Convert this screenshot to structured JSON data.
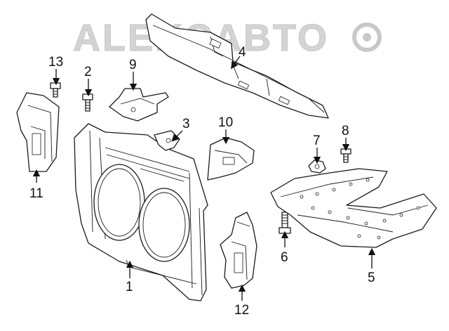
{
  "watermark": {
    "text": "ALEKCABTO"
  },
  "callouts": [
    "1",
    "2",
    "3",
    "4",
    "5",
    "6",
    "7",
    "8",
    "9",
    "10",
    "11",
    "12",
    "13"
  ],
  "colors": {
    "line": "#1a1a1a",
    "watermark": "#d4d4d4",
    "background": "#ffffff"
  }
}
